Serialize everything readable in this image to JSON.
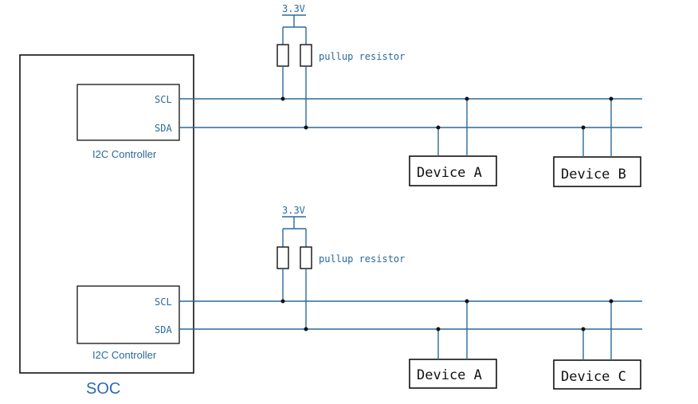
{
  "soc": {
    "label": "SOC"
  },
  "colors": {
    "wire": "#2a6a9a",
    "box": "#111111",
    "blue_text": "#2a6a9a",
    "soc_label": "#2a6ab0",
    "node": "#111111",
    "pin_text": "#2a6a9a"
  },
  "buses": [
    {
      "controller_label": "I2C Controller",
      "scl_label": "SCL",
      "sda_label": "SDA",
      "voltage_label": "3.3V",
      "pullup_label": "pullup resistor",
      "devices": [
        "Device A",
        "Device B"
      ]
    },
    {
      "controller_label": "I2C Controller",
      "scl_label": "SCL",
      "sda_label": "SDA",
      "voltage_label": "3.3V",
      "pullup_label": "pullup resistor",
      "devices": [
        "Device A",
        "Device C"
      ]
    }
  ]
}
